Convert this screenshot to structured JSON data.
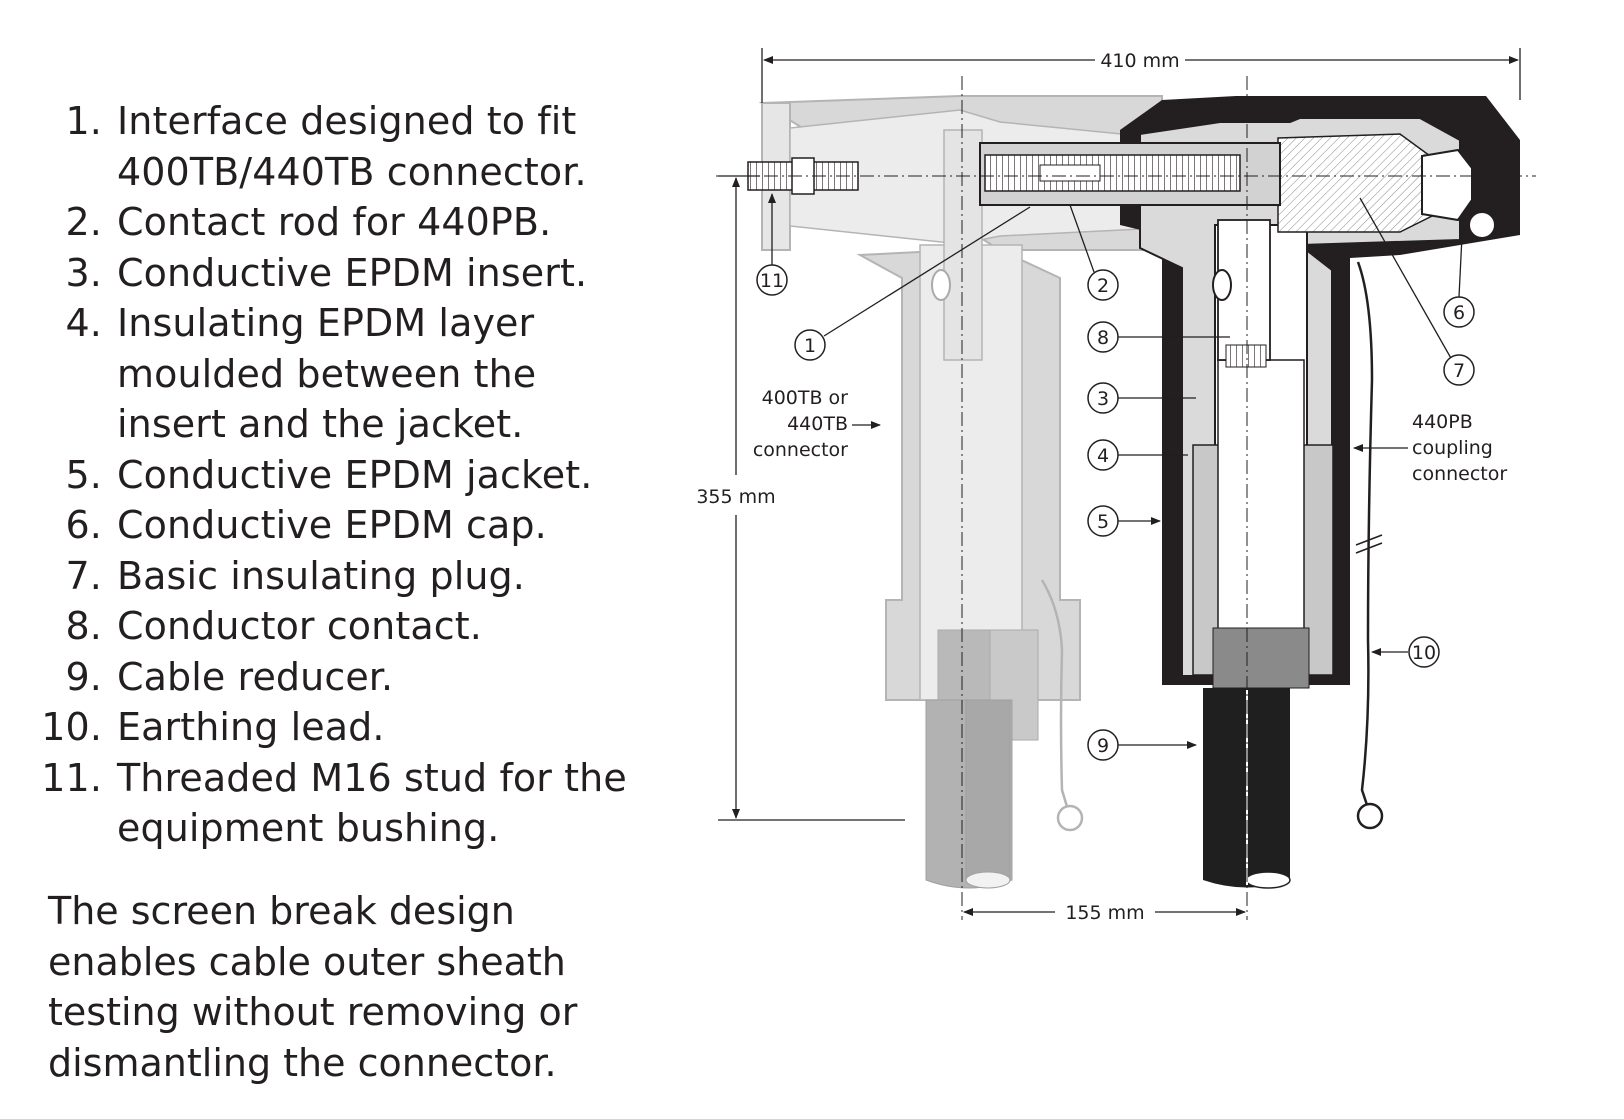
{
  "legend": {
    "items": [
      {
        "num": "1.",
        "lines": [
          "Interface designed to fit",
          "400TB/440TB connector."
        ]
      },
      {
        "num": "2.",
        "lines": [
          "Contact rod for 440PB."
        ]
      },
      {
        "num": "3.",
        "lines": [
          "Conductive EPDM insert."
        ]
      },
      {
        "num": "4.",
        "lines": [
          "Insulating EPDM layer",
          "moulded between the",
          "insert and the jacket."
        ]
      },
      {
        "num": "5.",
        "lines": [
          "Conductive EPDM jacket."
        ]
      },
      {
        "num": "6.",
        "lines": [
          "Conductive EPDM cap."
        ]
      },
      {
        "num": "7.",
        "lines": [
          "Basic insulating plug."
        ]
      },
      {
        "num": "8.",
        "lines": [
          "Conductor contact."
        ]
      },
      {
        "num": "9.",
        "lines": [
          "Cable reducer."
        ]
      },
      {
        "num": "10.",
        "lines": [
          "Earthing lead."
        ]
      },
      {
        "num": "11.",
        "lines": [
          "Threaded M16 stud for the",
          "equipment bushing."
        ]
      }
    ],
    "note": [
      "The screen break design",
      "enables cable outer sheath",
      "testing without removing or",
      "dismantling the connector."
    ]
  },
  "diagram": {
    "dimensions": {
      "width": "410 mm",
      "height": "355 mm",
      "spacing": "155 mm"
    },
    "labels": {
      "left_connector": [
        "400TB or",
        "440TB",
        "connector"
      ],
      "right_connector": [
        "440PB",
        "coupling",
        "connector"
      ]
    },
    "callouts": [
      "1",
      "2",
      "3",
      "4",
      "5",
      "6",
      "7",
      "8",
      "9",
      "10",
      "11"
    ],
    "colors": {
      "ink": "#231f20",
      "ghost": "#cfcfcf",
      "ghost_dark": "#b4b4b4",
      "cable": "#1f1f1f"
    }
  }
}
